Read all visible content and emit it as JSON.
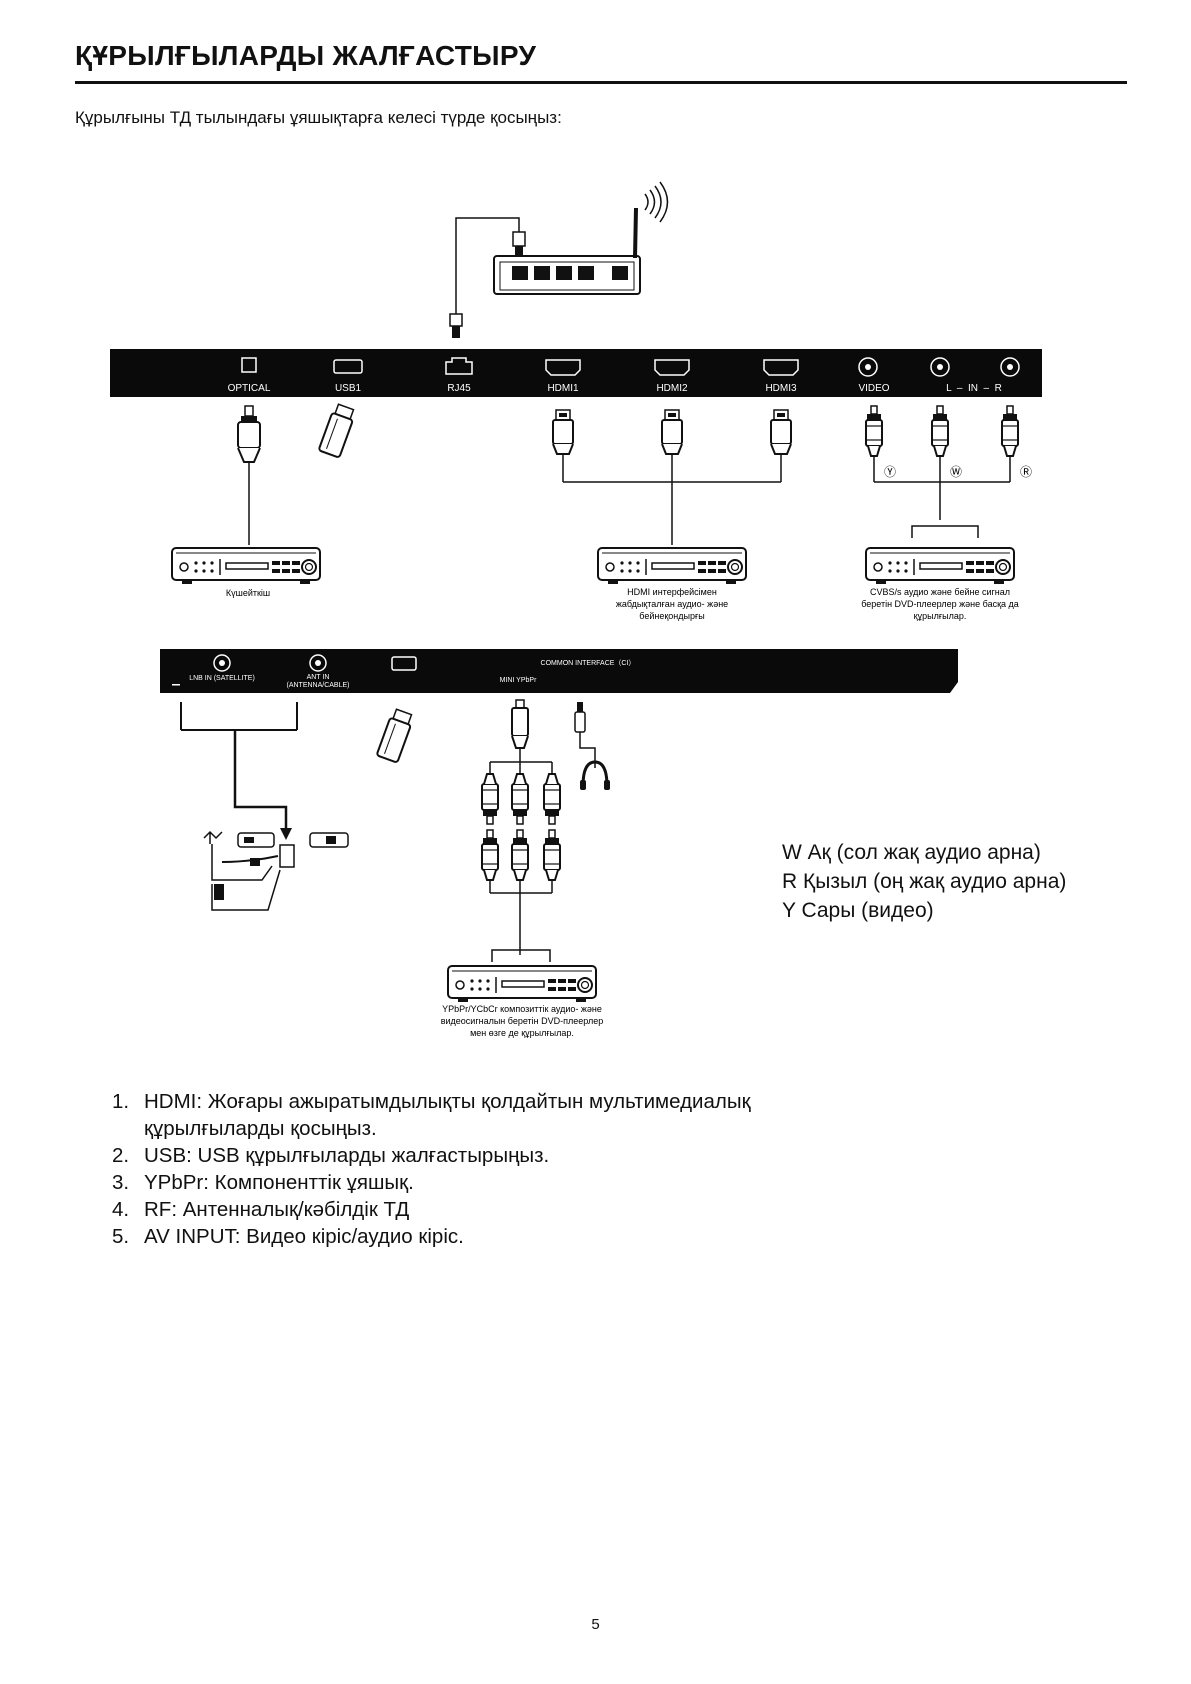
{
  "title": "ҚҰРЫЛҒЫЛАРДЫ ЖАЛҒАСТЫРУ",
  "intro": "Құрылғыны ТД тылындағы ұяшықтарға келесі түрде қосыңыз:",
  "top_panel": {
    "ports": [
      "OPTICAL",
      "USB1",
      "RJ45",
      "HDMI1",
      "HDMI2",
      "HDMI3",
      "VIDEO",
      "L  –  IN  –  R"
    ]
  },
  "rca_marks": [
    "Ⓨ",
    "Ⓦ",
    "Ⓡ"
  ],
  "devices": {
    "amplifier": "Күшейткіш",
    "hdmi_device": [
      "HDMI интерфейсімен",
      "жабдықталған аудио- және",
      "бейнеқондырғы"
    ],
    "cvbs_device": [
      "CVBS/s аудио және бейне сигнал",
      "беретін DVD-плеерлер және басқа да",
      "құрылғылар."
    ],
    "ypbpr_device": [
      "YPbPr/YCbCr композиттік аудио- және",
      "видеосигналын беретін DVD-плеерлер",
      "мен өзге де құрылғылар."
    ]
  },
  "bottom_panel": {
    "lnb": "LNB IN (SATELLITE)",
    "ant_line1": "ANT IN",
    "ant_line2": "(ANTENNA/CABLE)",
    "ci": "COMMON INTERFACE（CI）",
    "mini_ypbpr": "MINI  YPbPr"
  },
  "legend": [
    "W Ақ (сол жақ аудио арна)",
    "R Қызыл (оң жақ аудио арна)",
    "Y Сары (видео)"
  ],
  "notes": [
    {
      "num": "1.",
      "text": "HDMI: Жоғары ажыратымдылықты қолдайтын мультимедиалық құрылғыларды қосыңыз."
    },
    {
      "num": "2.",
      "text": "USB: USB құрылғыларды жалғастырыңыз."
    },
    {
      "num": "3.",
      "text": "YPbPr: Компоненттік ұяшық."
    },
    {
      "num": "4.",
      "text": "RF: Антенналық/кәбілдік ТД"
    },
    {
      "num": "5.",
      "text": "AV INPUT: Видео кіріс/аудио кіріс."
    }
  ],
  "page_number": "5",
  "colors": {
    "ink": "#111111",
    "panel": "#0a0a0a",
    "paper": "#ffffff"
  }
}
